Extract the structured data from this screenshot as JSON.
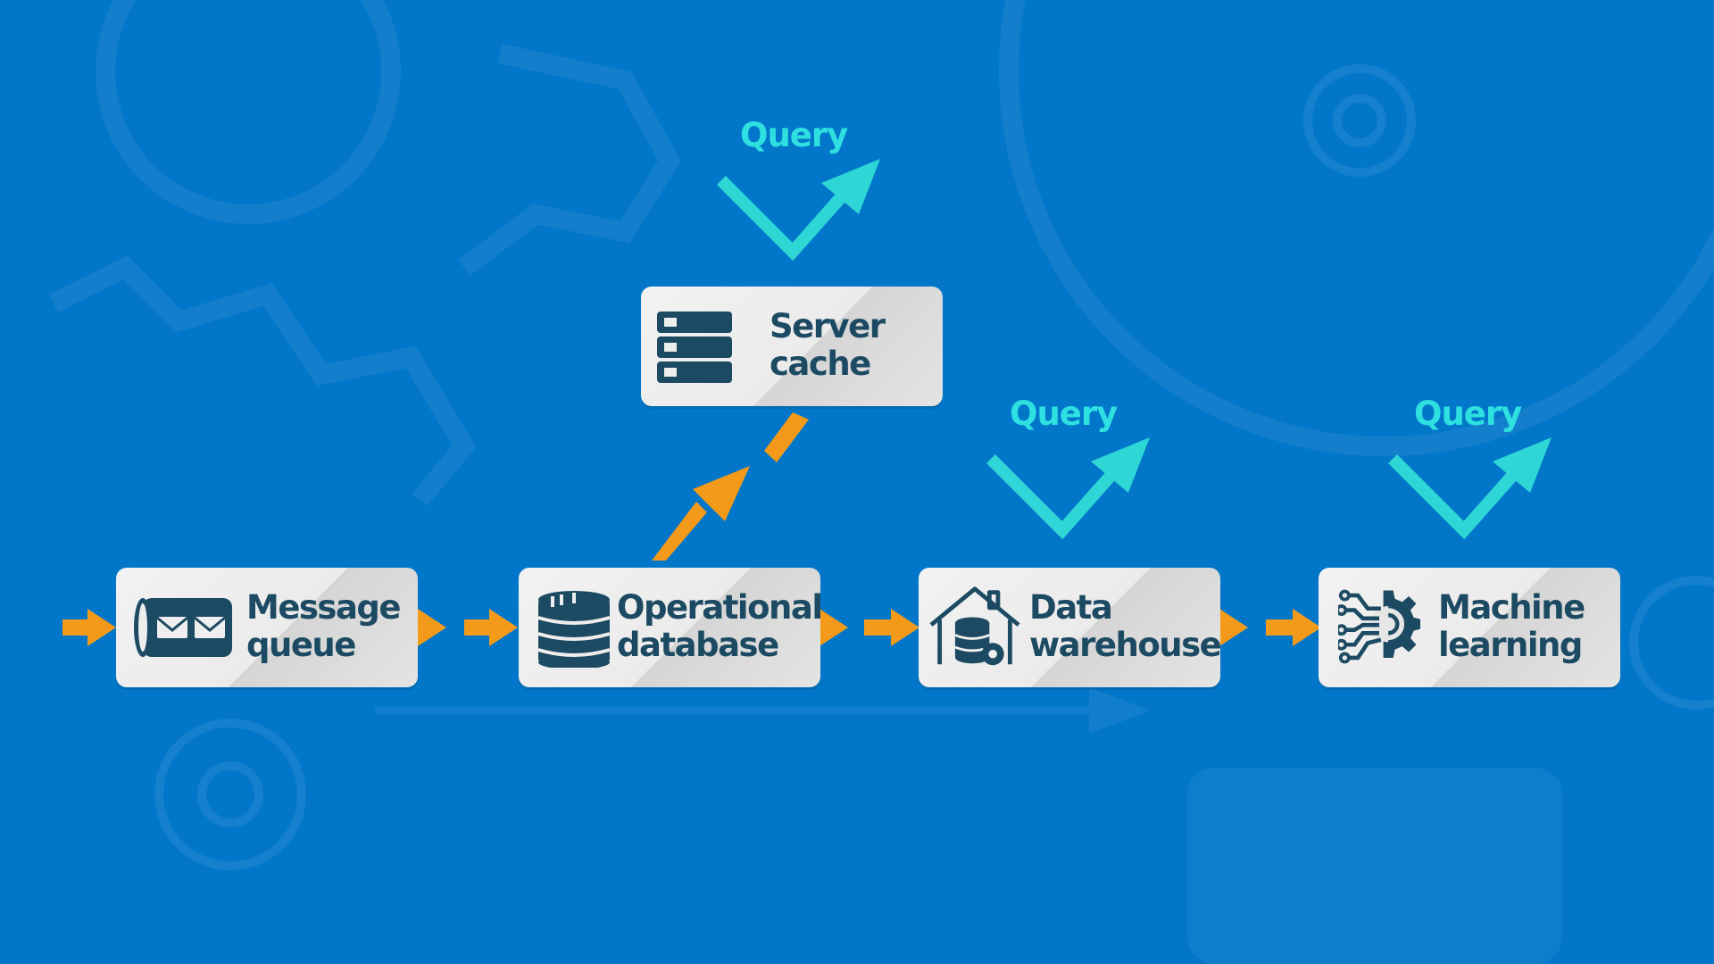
{
  "colors": {
    "background": "#0276c9",
    "box_text": "#1c4a63",
    "flow_arrow": "#f39a1b",
    "query": "#2ee0e0"
  },
  "nodes": {
    "message_queue": {
      "line1": "Message",
      "line2": "queue",
      "icon": "envelope-pipe-icon"
    },
    "operational_database": {
      "line1": "Operational",
      "line2": "database",
      "icon": "database-icon"
    },
    "data_warehouse": {
      "line1": "Data",
      "line2": "warehouse",
      "icon": "warehouse-icon"
    },
    "machine_learning": {
      "line1": "Machine",
      "line2": "learning",
      "icon": "machine-learning-gear-icon"
    },
    "server_cache": {
      "line1": "Server",
      "line2": "cache",
      "icon": "server-rack-icon"
    }
  },
  "queries": {
    "server_cache": "Query",
    "data_warehouse": "Query",
    "machine_learning": "Query"
  }
}
